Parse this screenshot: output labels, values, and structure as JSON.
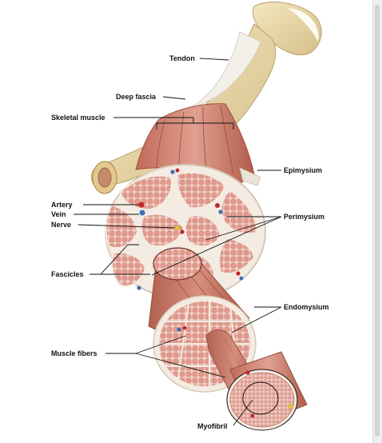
{
  "labels": {
    "tendon": "Tendon",
    "deep_fascia": "Deep fascia",
    "skeletal_muscle": "Skeletal muscle",
    "epimysium": "Epimysium",
    "artery": "Artery",
    "vein": "Vein",
    "nerve": "Nerve",
    "perimysium": "Perimysium",
    "fascicles": "Fascicles",
    "endomysium": "Endomysium",
    "muscle_fibers": "Muscle fibers",
    "myofibril": "Myofibril"
  },
  "colors": {
    "bone": "#e7d6a8",
    "tendon": "#ede6dc",
    "muscle": "#c97a6a",
    "fiber": "#e8a49a",
    "connective": "#f4ece2",
    "artery": "#c0292b",
    "vein": "#3b6fb6",
    "nerve": "#e9c24a"
  }
}
